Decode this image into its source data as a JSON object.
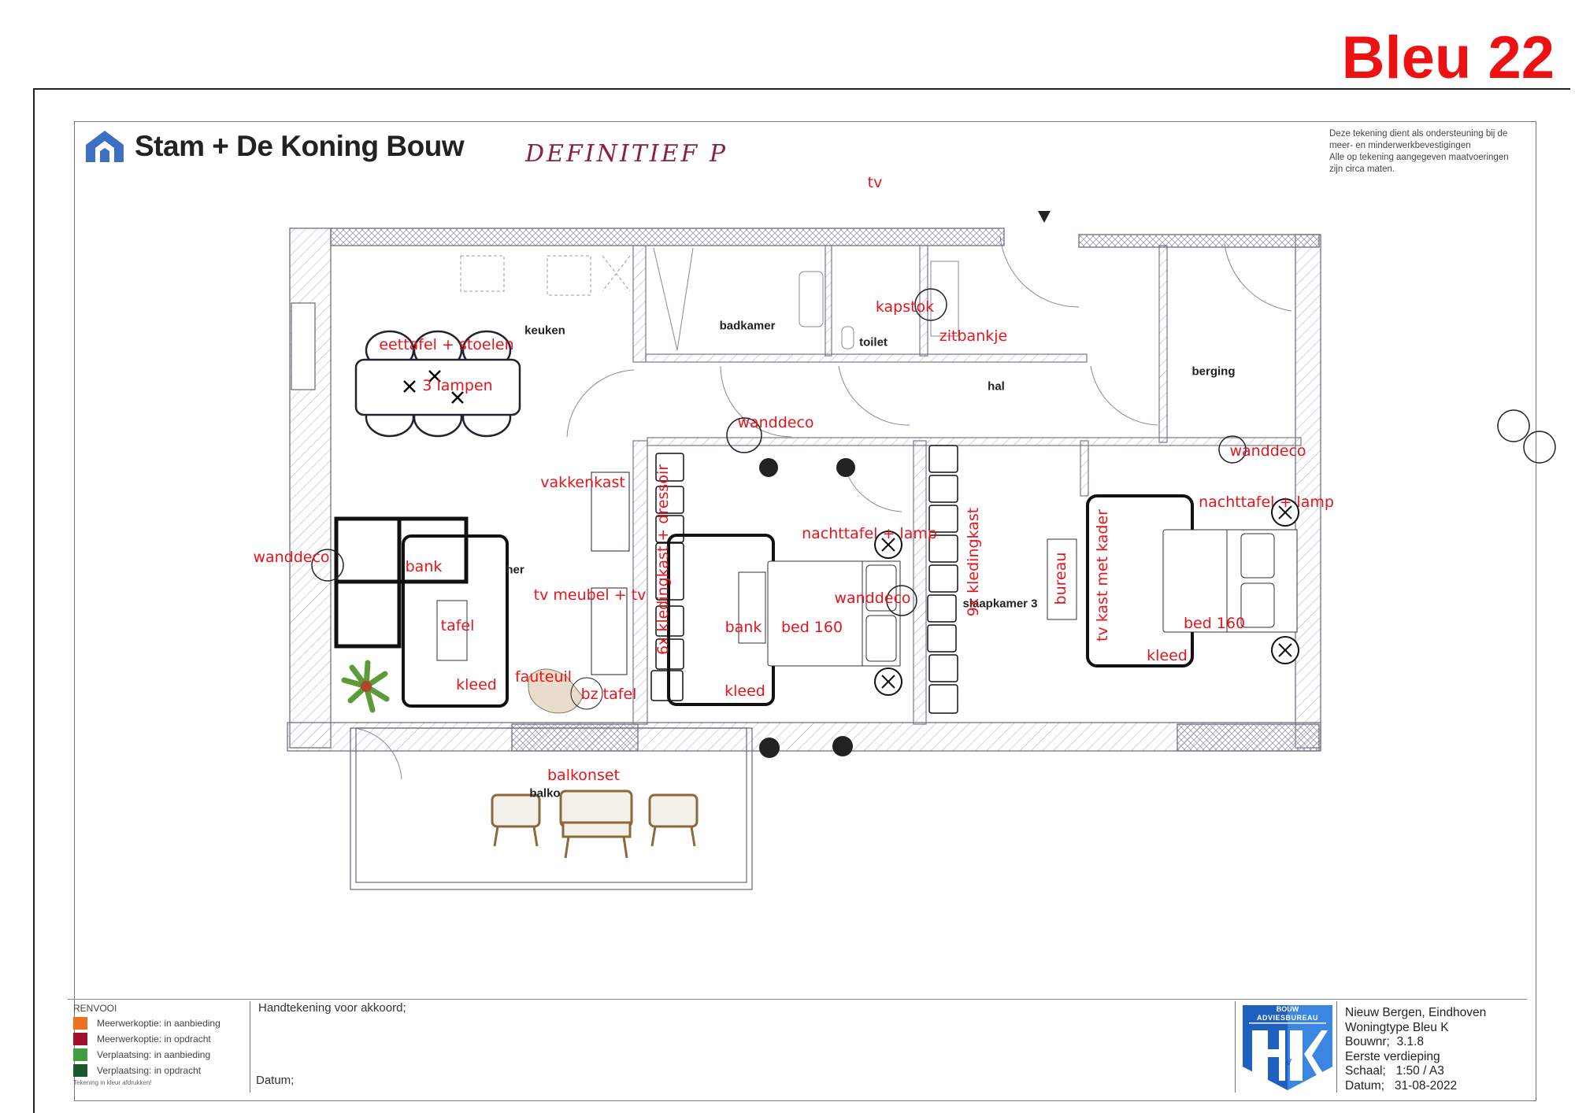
{
  "title": "Bleu 22",
  "brand": {
    "name": "Stam + De Koning Bouw",
    "stamp": "DEFINITIEF P"
  },
  "note": [
    "Deze tekening dient als ondersteuning bij de",
    "meer- en minderwerkbevestigingen",
    "Alle op tekening aangegeven maatvoeringen",
    "zijn circa maten."
  ],
  "rooms": {
    "keuken": "keuken",
    "badkamer": "badkamer",
    "toilet": "toilet",
    "hal": "hal",
    "berging": "berging",
    "slaapkamer3": "slaapkamer 3",
    "woonkamer_partial": "her",
    "balkon_partial": "balko"
  },
  "annotations": {
    "tv": "tv",
    "eettafel": "eettafel + stoelen",
    "lampen": "3 lampen",
    "kapstok": "kapstok",
    "zitbankje": "zitbankje",
    "wanddeco_hal": "wanddeco",
    "wanddeco_berging": "wanddeco",
    "vakkenkast": "vakkenkast",
    "nachttafel_1": "nachttafel + lamp",
    "nachttafel_2": "nachttafel + lamp",
    "wanddeco_woon": "wanddeco",
    "bank_woon": "bank",
    "tvmeubel": "tv meubel + tv",
    "wanddeco_slk": "wanddeco",
    "tafel": "tafel",
    "bank_slk": "bank",
    "bed_1": "bed 160",
    "bed_2": "bed 160",
    "fauteuil": "fauteuil",
    "bztafel": "bz tafel",
    "kleed_woon": "kleed",
    "kleed_slk": "kleed",
    "kleed_slk2": "kleed",
    "balkonset": "balkonset",
    "kledingkast_6x": "6x kledingkast + dressoir",
    "kledingkast_9x": "9x kledingkast",
    "bureau": "bureau",
    "tvkast": "tv kast met kader"
  },
  "legend": {
    "title": "RENVOOI",
    "items": [
      {
        "label": "Meerwerkoptie: in aanbieding",
        "color": "#f07020"
      },
      {
        "label": "Meerwerkoptie: in opdracht",
        "color": "#a0102a"
      },
      {
        "label": "Verplaatsing: in aanbieding",
        "color": "#40a040"
      },
      {
        "label": "Verplaatsing: in opdracht",
        "color": "#1a5a2a"
      }
    ],
    "footnote": "Tekening in kleur afdrukken!"
  },
  "signature": {
    "label": "Handtekening voor akkoord;",
    "date_label": "Datum;"
  },
  "hvk_logo": {
    "line1": "BOUW",
    "line2": "ADVIESBUREAU",
    "mark": "HvK"
  },
  "project": {
    "location": "Nieuw Bergen, Eindhoven",
    "type": "Woningtype Bleu K",
    "bouwnr": "Bouwnr;  3.1.8",
    "floor": "Eerste verdieping",
    "scale": "Schaal;   1:50 / A3",
    "date": "Datum;   31-08-2022"
  }
}
